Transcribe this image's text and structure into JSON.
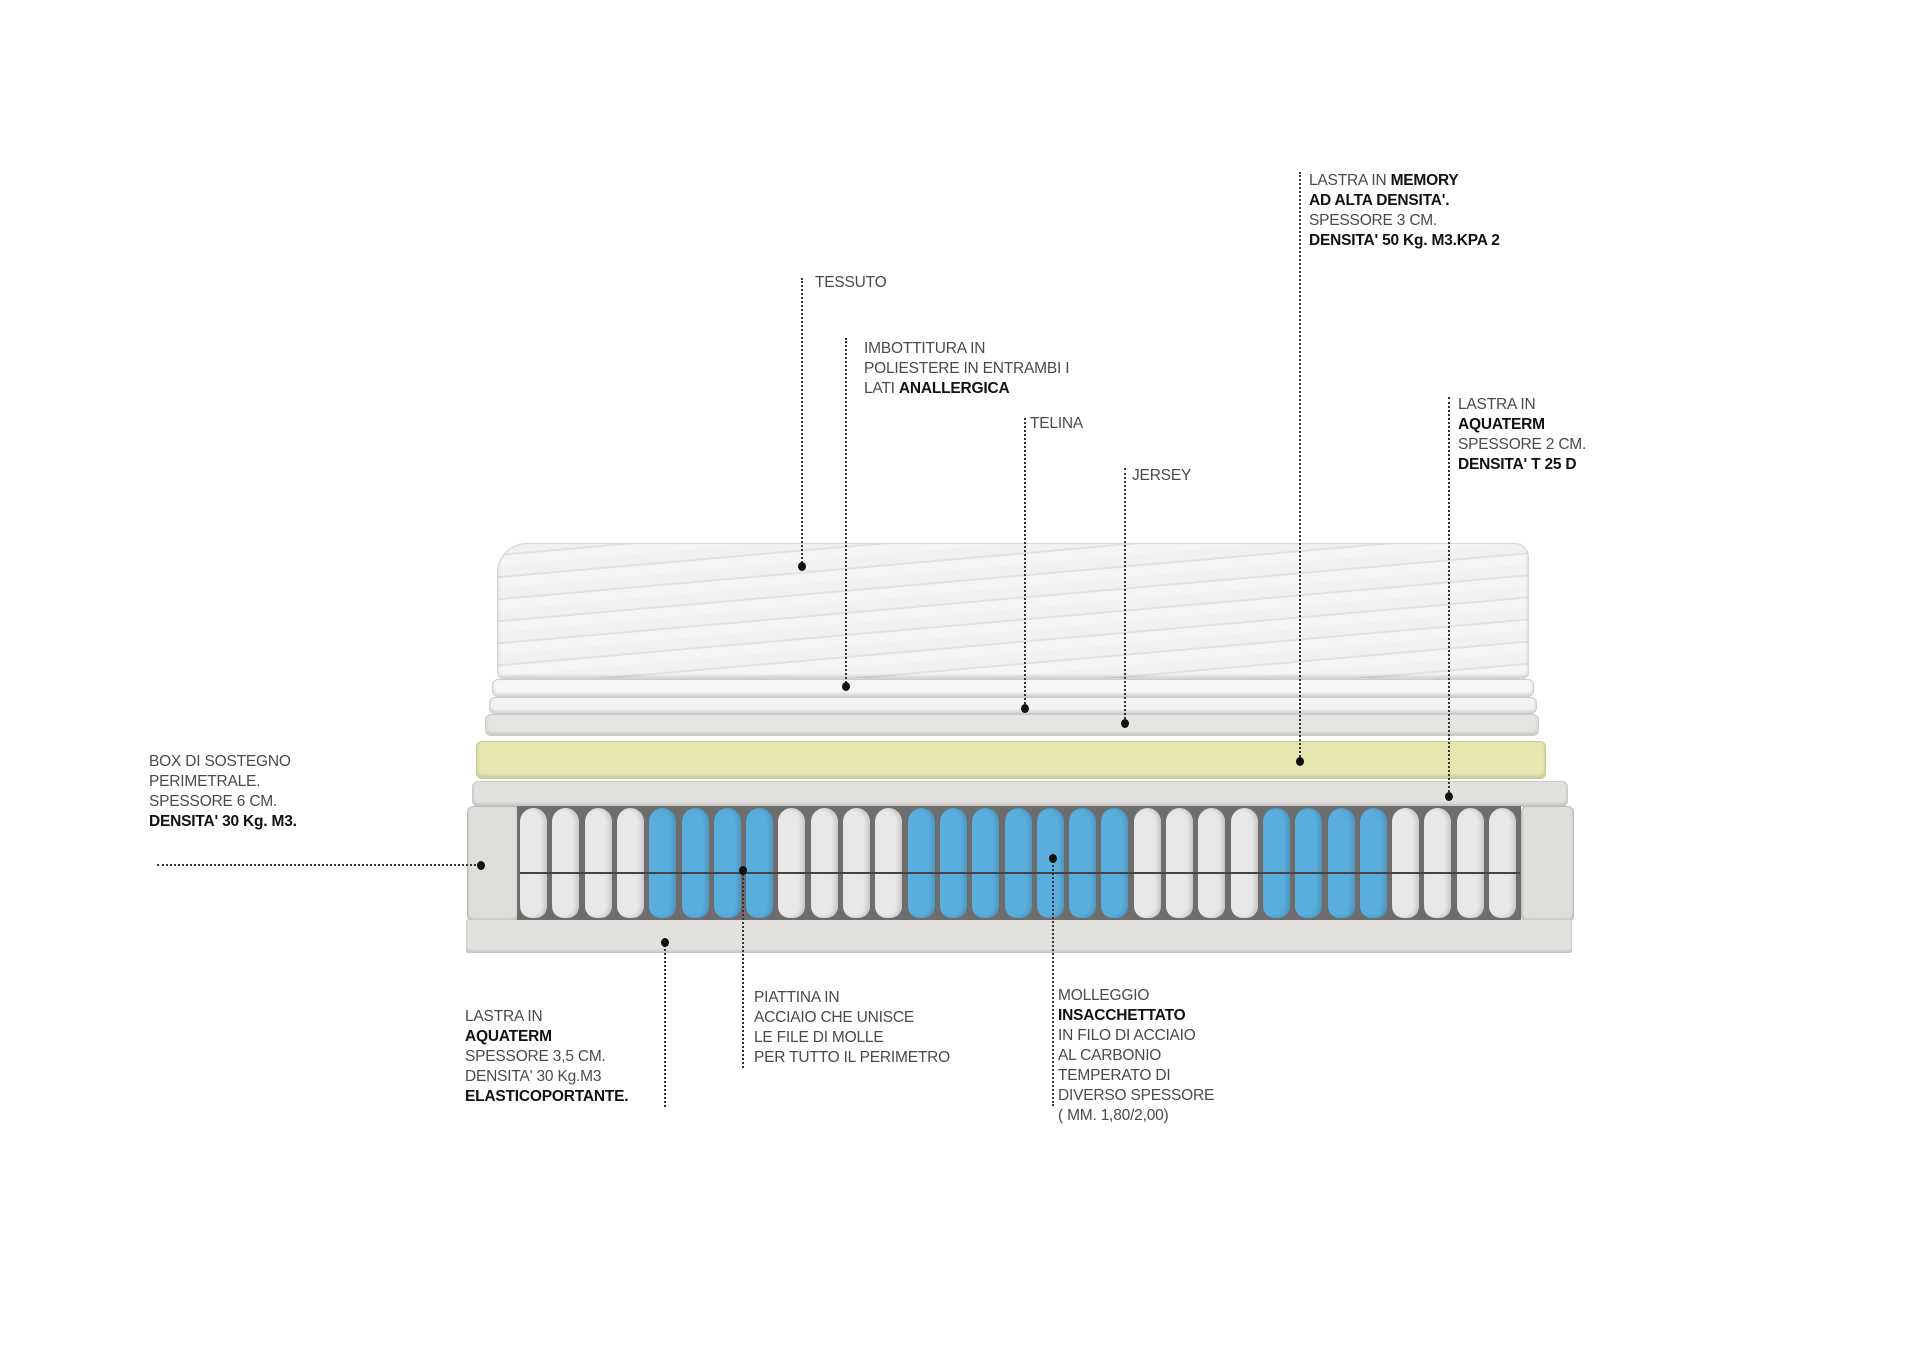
{
  "labels": {
    "tessuto": {
      "l1": "TESSUTO"
    },
    "imbottitura": {
      "l1": "IMBOTTITURA IN",
      "l2": "POLIESTERE IN ENTRAMBI I",
      "l3a": "LATI ",
      "l3b": "ANALLERGICA"
    },
    "telina": {
      "l1": "TELINA"
    },
    "jersey": {
      "l1": "JERSEY"
    },
    "memory": {
      "l1a": "LASTRA IN ",
      "l1b": "MEMORY",
      "l2": "AD ALTA DENSITA'.",
      "l3": "SPESSORE 3 CM.",
      "l4": "DENSITA' 50 Kg. M3.KPA 2"
    },
    "aquaterm_top": {
      "l1": "LASTRA IN",
      "l2": "AQUATERM",
      "l3": "SPESSORE 2 CM.",
      "l4": "DENSITA' T 25 D"
    },
    "box": {
      "l1": "BOX DI SOSTEGNO",
      "l2": "PERIMETRALE.",
      "l3": "SPESSORE 6 CM.",
      "l4": "DENSITA' 30 Kg. M3."
    },
    "aquaterm_bottom": {
      "l1": "LASTRA IN",
      "l2": "AQUATERM",
      "l3": "SPESSORE 3,5 CM.",
      "l4": "DENSITA' 30 Kg.M3",
      "l5": "ELASTICOPORTANTE."
    },
    "piattina": {
      "l1": "PIATTINA IN",
      "l2": "ACCIAIO CHE UNISCE",
      "l3": "LE FILE DI MOLLE",
      "l4": "PER TUTTO IL PERIMETRO"
    },
    "molleggio": {
      "l1": "MOLLEGGIO",
      "l2": "INSACCHETTATO",
      "l3": "IN FILO DI ACCIAIO",
      "l4": "AL CARBONIO",
      "l5": "TEMPERATO DI",
      "l6": "DIVERSO SPESSORE",
      "l7": "( MM. 1,80/2,00)"
    }
  },
  "colors": {
    "memory_foam": "#e6e6b0",
    "spring_blue": "#5aaede",
    "spring_white": "#e8e8e8",
    "foam_grey": "#e3e1de"
  }
}
